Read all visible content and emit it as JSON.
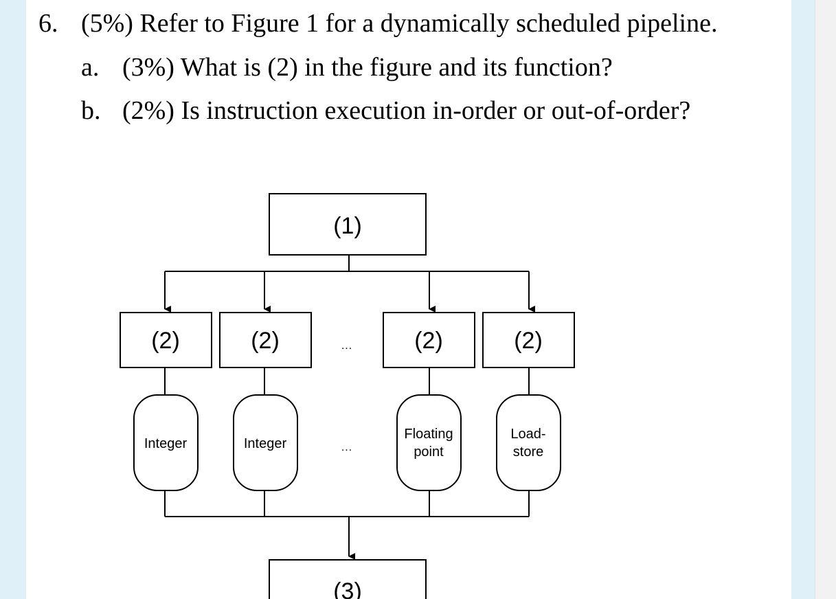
{
  "question": {
    "number": "6.",
    "text": "(5%) Refer to Figure 1 for a dynamically scheduled pipeline.",
    "parts": [
      {
        "marker": "a.",
        "text": "(3%) What is (2) in the figure and its function?"
      },
      {
        "marker": "b.",
        "text": "(2%) Is instruction execution in-order or out-of-order?"
      }
    ]
  },
  "figure": {
    "top_box_label": "(1)",
    "station_label": "(2)",
    "ellipsis": "...",
    "units": [
      "Integer",
      "Integer",
      "Floating point",
      "Load- store"
    ],
    "unit_lines": [
      [
        "Integer"
      ],
      [
        "Integer"
      ],
      [
        "Floating",
        "point"
      ],
      [
        "Load-",
        "store"
      ]
    ],
    "bottom_box_label": "(3)"
  }
}
